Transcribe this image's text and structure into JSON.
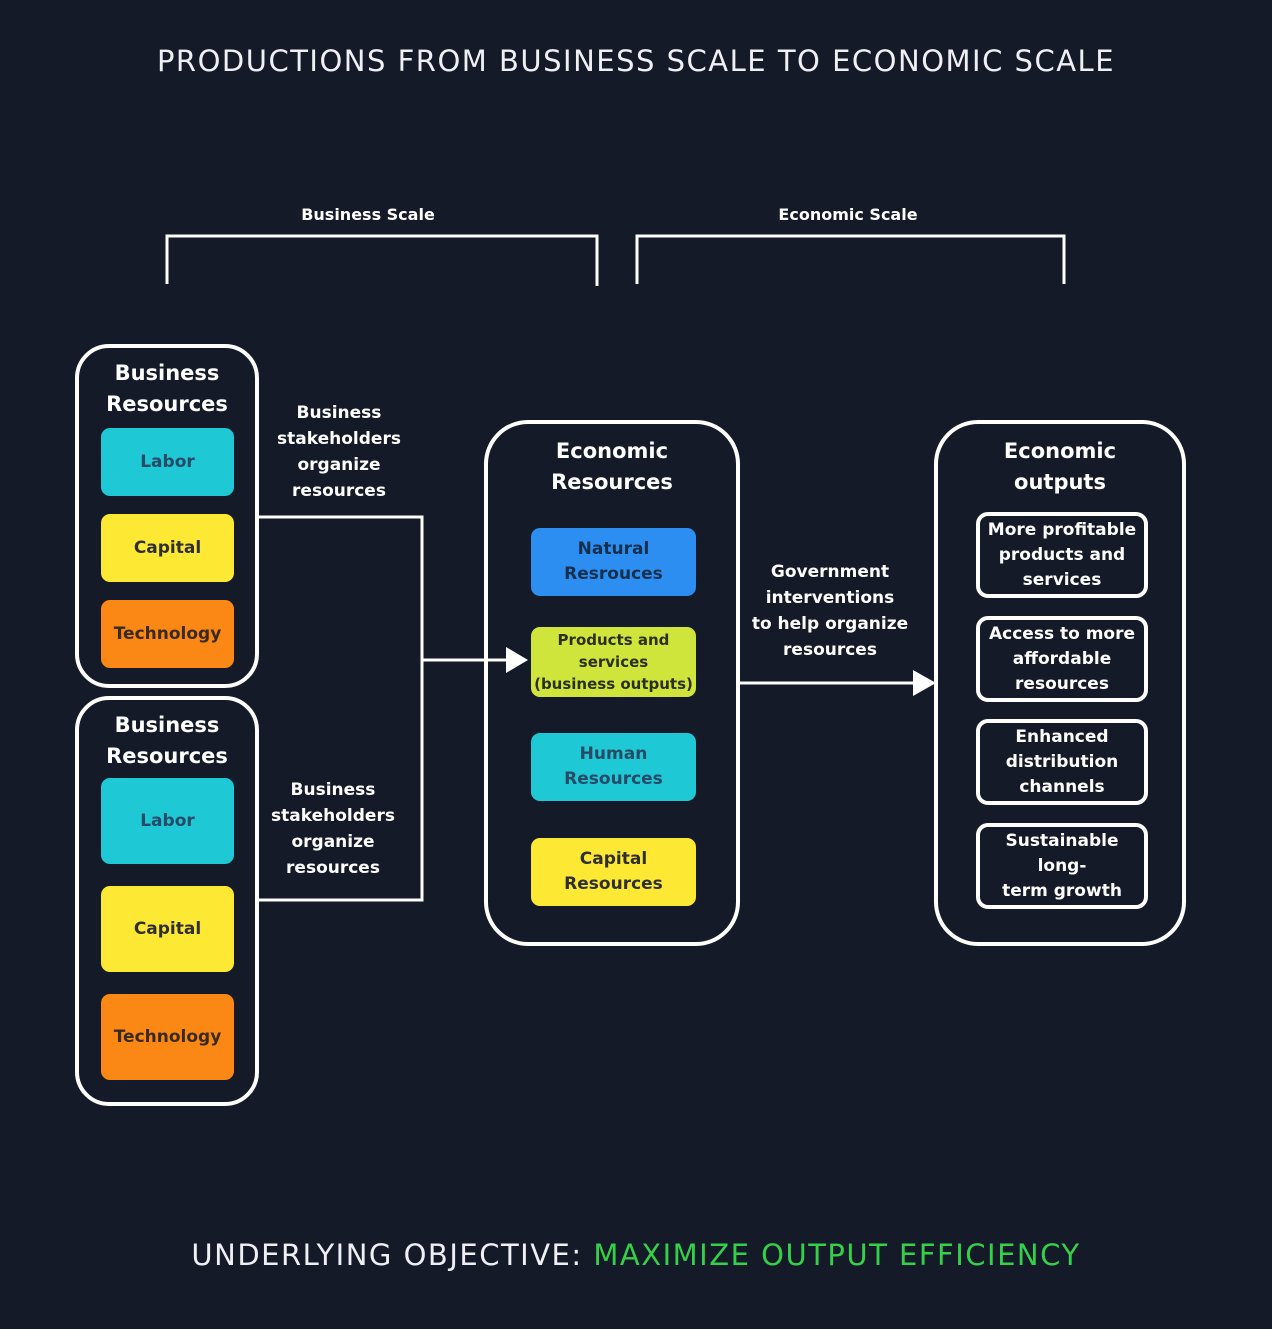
{
  "title": "PRODUCTIONS FROM BUSINESS SCALE TO ECONOMIC SCALE",
  "scales": {
    "business": "Business Scale",
    "economic": "Economic Scale"
  },
  "business_groups": [
    {
      "title_line1": "Business",
      "title_line2": "Resources",
      "items": [
        "Labor",
        "Capital",
        "Technology"
      ],
      "flow_label": [
        "Business",
        "stakeholders",
        "organize",
        "resources"
      ]
    },
    {
      "title_line1": "Business",
      "title_line2": "Resources",
      "items": [
        "Labor",
        "Capital",
        "Technology"
      ],
      "flow_label": [
        "Business",
        "stakeholders",
        "organize",
        "resources"
      ]
    }
  ],
  "economic_resources": {
    "title_line1": "Economic",
    "title_line2": "Resources",
    "items": [
      [
        "Natural",
        "Resrouces"
      ],
      [
        "Products and",
        "services",
        "(business outputs)"
      ],
      [
        "Human",
        "Resources"
      ],
      [
        "Capital",
        "Resources"
      ]
    ]
  },
  "government_label": [
    "Government",
    "interventions",
    "to help organize",
    "resources"
  ],
  "economic_outputs": {
    "title_line1": "Economic",
    "title_line2": "outputs",
    "items": [
      [
        "More profitable",
        "products and",
        "services"
      ],
      [
        "Access to more",
        "affordable",
        "resources"
      ],
      [
        "Enhanced",
        "distribution",
        "channels"
      ],
      [
        "Sustainable long-",
        "term growth"
      ]
    ]
  },
  "footer": {
    "lead": "UNDERLYING OBJECTIVE:",
    "accent": "MAXIMIZE OUTPUT EFFICIENCY"
  },
  "colors": {
    "background": "#141a28",
    "labor": "#1ec8d4",
    "capital": "#fde834",
    "technology": "#fb8814",
    "natural": "#2b8ef0",
    "products": "#cfe53b",
    "accent": "#35d04a"
  }
}
